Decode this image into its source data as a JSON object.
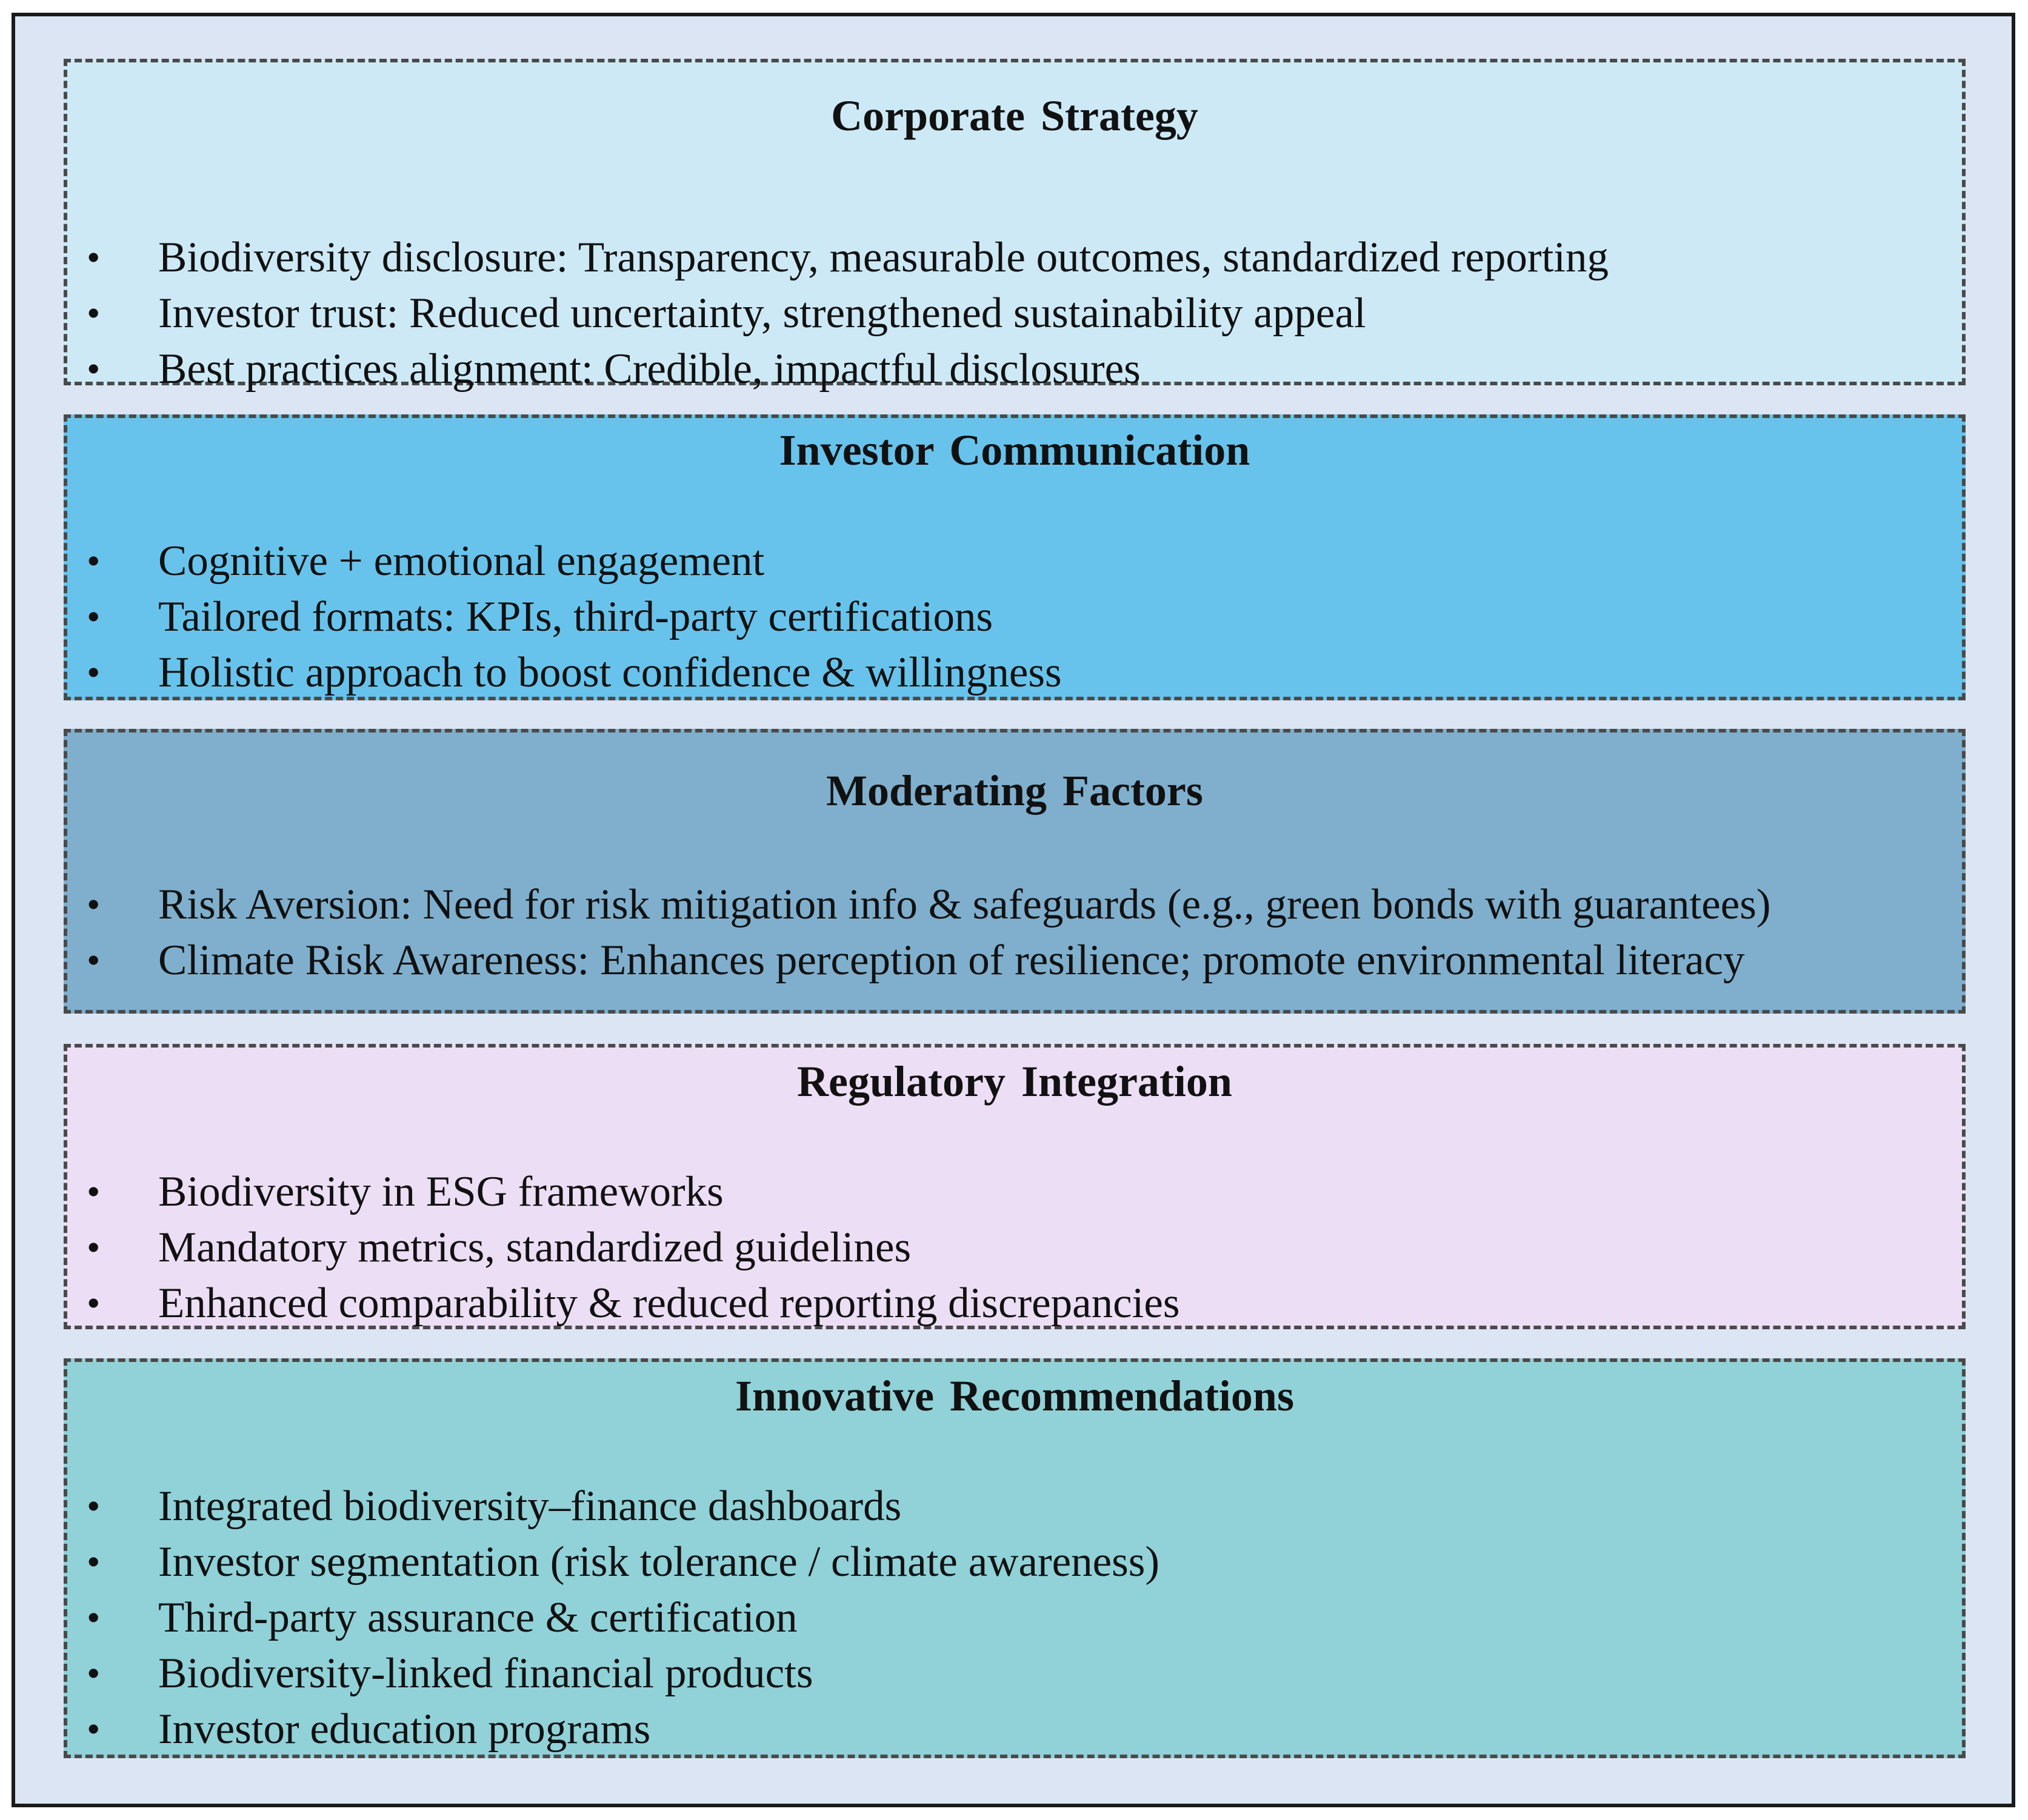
{
  "colors": {
    "frame_background": "#dbe5f3",
    "frame_border": "#1a1a1a",
    "panel_border": "#4a4a4a"
  },
  "bullet_glyph": "•",
  "panels": [
    {
      "title": "Corporate Strategy",
      "color": "#cde9f6",
      "items": [
        "Biodiversity disclosure: Transparency, measurable outcomes, standardized reporting",
        "Investor trust: Reduced uncertainty, strengthened sustainability appeal",
        "Best practices alignment: Credible, impactful disclosures"
      ]
    },
    {
      "title": "Investor Communication",
      "color": "#67c3eb",
      "items": [
        "Cognitive + emotional engagement",
        "Tailored formats: KPIs, third-party certifications",
        "Holistic approach to boost confidence & willingness"
      ]
    },
    {
      "title": "Moderating Factors",
      "color": "#7fafcd",
      "items": [
        "Risk Aversion: Need for risk mitigation info & safeguards (e.g., green bonds with guarantees)",
        "Climate Risk Awareness: Enhances perception of resilience; promote environmental literacy"
      ]
    },
    {
      "title": "Regulatory Integration",
      "color": "#ecdef4",
      "items": [
        "Biodiversity in ESG frameworks",
        "Mandatory metrics, standardized guidelines",
        "Enhanced comparability & reduced reporting discrepancies"
      ]
    },
    {
      "title": "Innovative Recommendations",
      "color": "#91d1d8",
      "items": [
        "Integrated biodiversity–finance dashboards",
        "Investor segmentation (risk tolerance / climate awareness)",
        "Third-party assurance & certification",
        "Biodiversity-linked financial products",
        "Investor education programs"
      ]
    }
  ]
}
